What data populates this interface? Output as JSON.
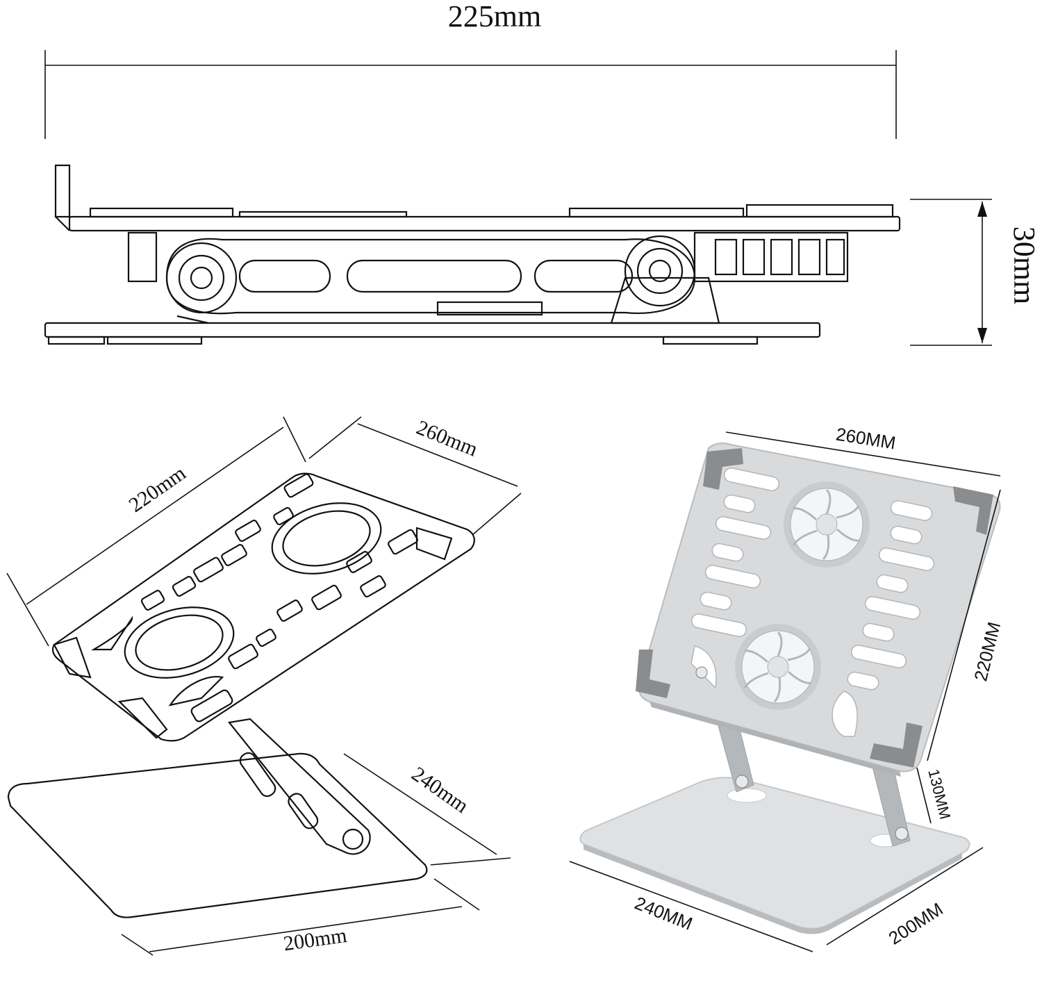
{
  "side_view": {
    "width_label": "225mm",
    "height_label": "30mm"
  },
  "line_drawing": {
    "depth_label": "220mm",
    "width_label": "260mm",
    "base_depth_label": "240mm",
    "base_width_label": "200mm"
  },
  "photo_view": {
    "width_label": "260MM",
    "depth_label": "220MM",
    "arm_label": "130MM",
    "base_depth_label": "240MM",
    "base_width_label": "200MM"
  },
  "colors": {
    "line": "#111111",
    "aluminum": "#d8dadc",
    "aluminum_dark": "#b9bcbf",
    "rubber_pad": "#8a8c8e",
    "fan_white": "#f4f5f6"
  }
}
